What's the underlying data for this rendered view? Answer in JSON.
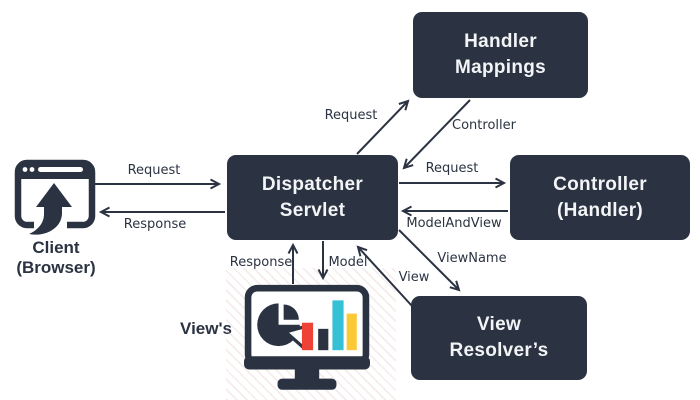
{
  "diagram": "spring-mvc-request-flow",
  "colors": {
    "navy": "#2b3342",
    "box_text": "#f2f4f6",
    "bar_red": "#ee4236",
    "bar_cyan": "#35c0d5",
    "bar_yellow": "#fbc836",
    "background": "#ffffff"
  },
  "boxes": {
    "handler_mappings": {
      "line1": "Handler",
      "line2": "Mappings"
    },
    "dispatcher": {
      "line1": "Dispatcher",
      "line2": "Servlet"
    },
    "controller": {
      "line1": "Controller",
      "line2": "(Handler)"
    },
    "view_resolver": {
      "line1": "View",
      "line2": "Resolver’s"
    }
  },
  "nodes": {
    "client": {
      "icon": "browser-window-up-arrow-icon",
      "label_line1": "Client",
      "label_line2": "(Browser)"
    },
    "views": {
      "icon": "monitor-with-pie-and-bar-charts-icon",
      "label": "View's"
    }
  },
  "edges": [
    {
      "id": "client-to-dispatcher",
      "label": "Request"
    },
    {
      "id": "dispatcher-to-client",
      "label": "Response"
    },
    {
      "id": "dispatcher-to-handler-mappings",
      "label": "Request"
    },
    {
      "id": "handler-mappings-to-dispatcher",
      "label": "Controller"
    },
    {
      "id": "dispatcher-to-controller",
      "label": "Request"
    },
    {
      "id": "controller-to-dispatcher",
      "label": "ModelAndView"
    },
    {
      "id": "dispatcher-to-view-resolver",
      "label": "ViewName"
    },
    {
      "id": "view-resolver-to-dispatcher",
      "label": "View"
    },
    {
      "id": "dispatcher-to-views",
      "label": "Model"
    },
    {
      "id": "views-to-dispatcher",
      "label": "Response"
    }
  ]
}
